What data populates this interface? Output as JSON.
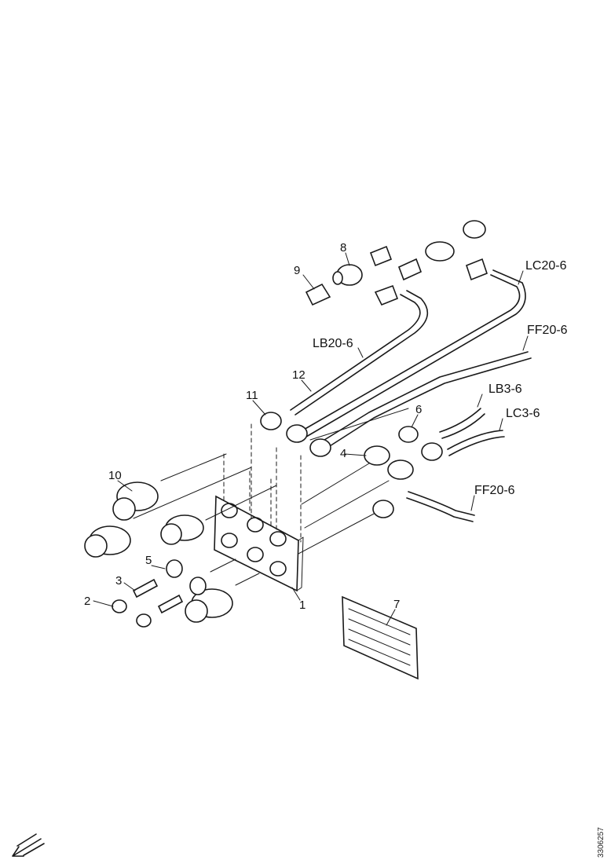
{
  "diagram": {
    "callouts": [
      "1",
      "2",
      "3",
      "4",
      "5",
      "6",
      "7",
      "8",
      "9",
      "10",
      "11",
      "12"
    ],
    "codes": [
      "LC20-6",
      "FF20-6",
      "LB20-6",
      "LB3-6",
      "LC3-6",
      "FF20-6"
    ],
    "drawing_ref": "3306257"
  }
}
